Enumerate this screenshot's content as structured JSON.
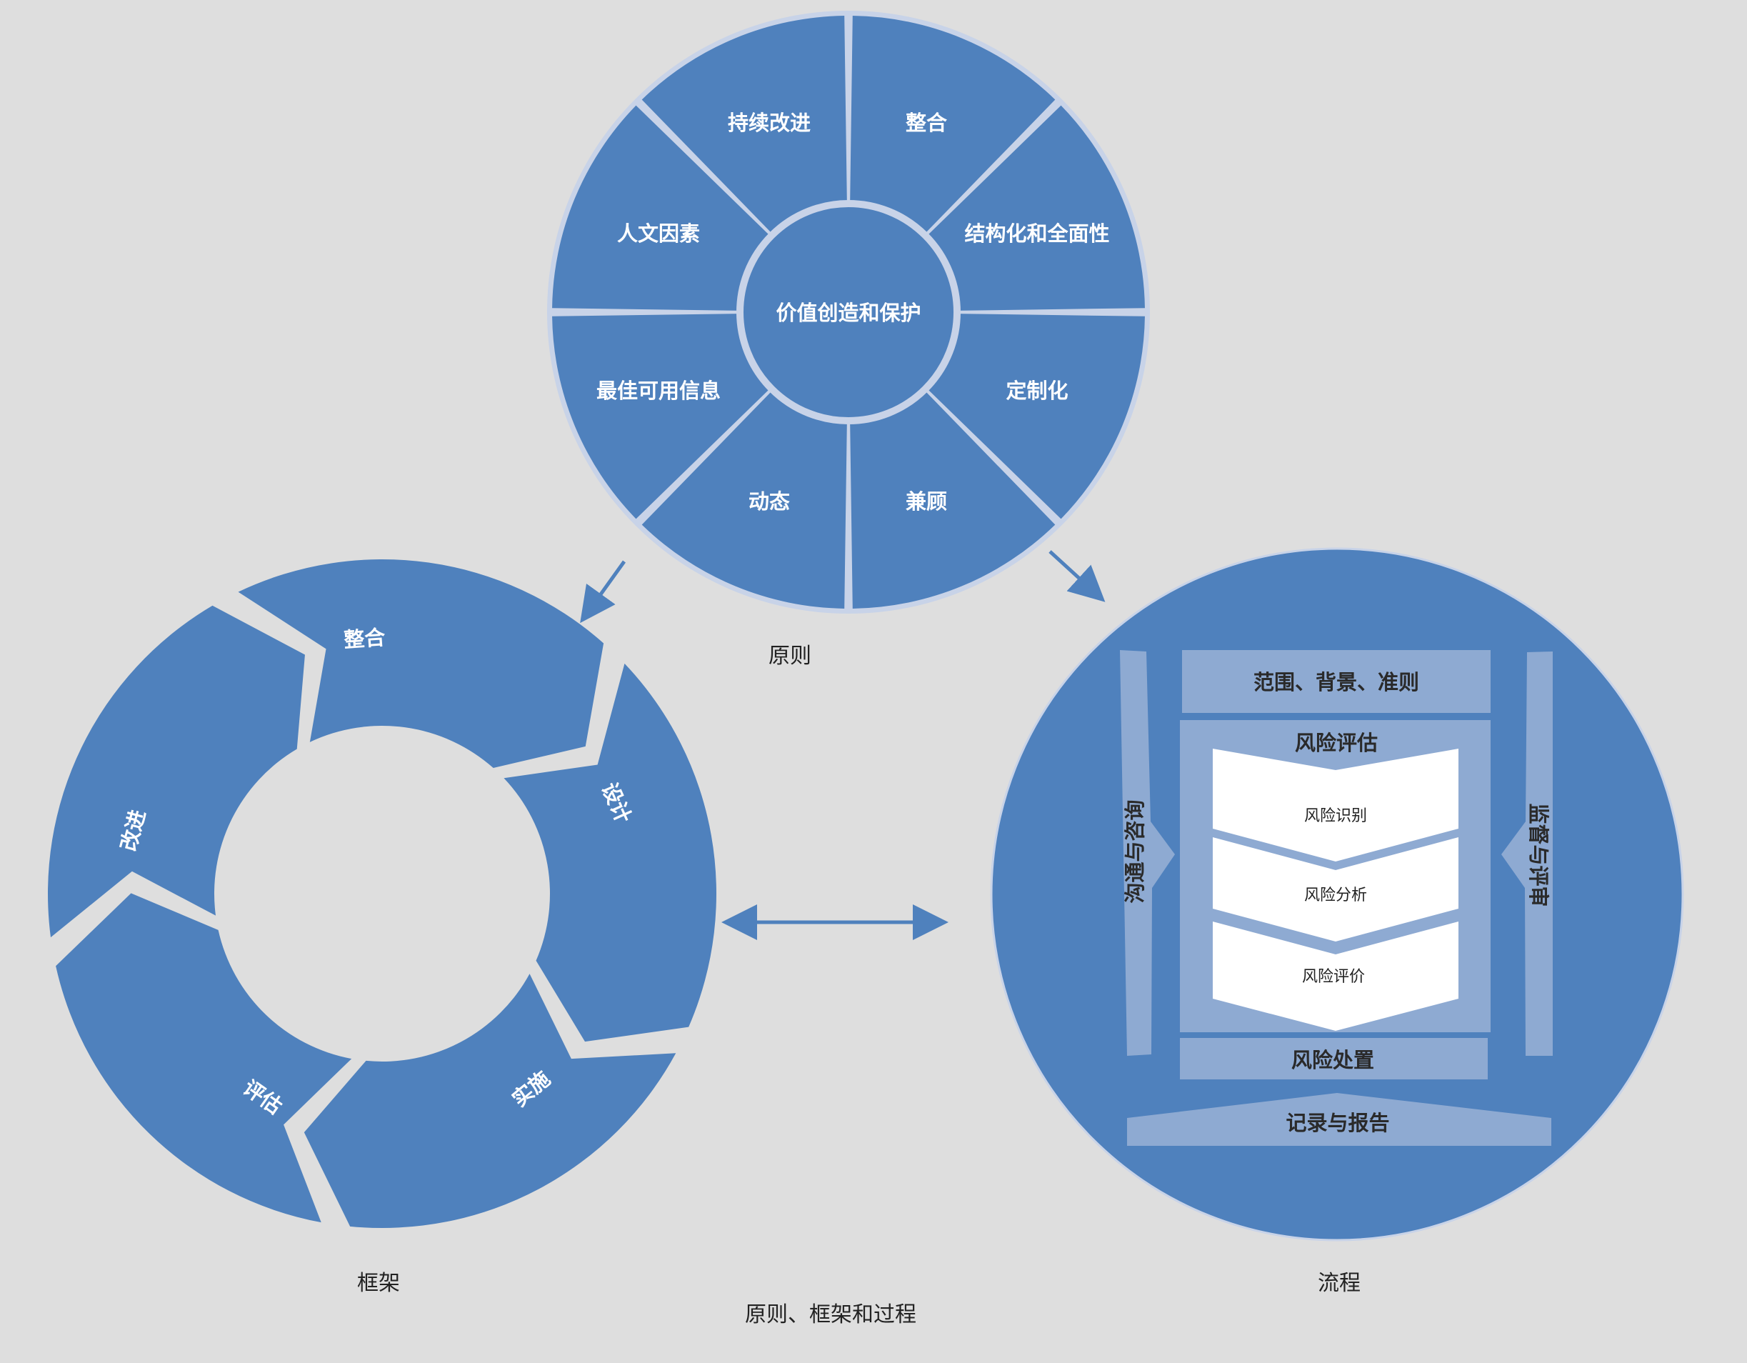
{
  "colors": {
    "background": "#dedede",
    "primary_blue": "#4f81bd",
    "light_panel": "#8eaad2",
    "ring_stroke": "#c8d3e8",
    "text_dark": "#222222"
  },
  "principles": {
    "center": "价值创造和保护",
    "segments": [
      "持续改进",
      "整合",
      "结构化和全面性",
      "定制化",
      "兼顾",
      "动态",
      "最佳可用信息",
      "人文因素"
    ],
    "caption": "原则"
  },
  "framework": {
    "segments": [
      "整合",
      "设计",
      "实施",
      "评估",
      "改进"
    ],
    "caption": "框架"
  },
  "process": {
    "scope": "范围、背景、准则",
    "assessment_title": "风险评估",
    "steps": [
      "风险识别",
      "风险分析",
      "风险评价"
    ],
    "treatment": "风险处置",
    "recording": "记录与报告",
    "communication": "沟通与咨询",
    "monitoring": "监督与评审",
    "caption": "流程"
  },
  "footer": "原则、框架和过程",
  "icons": {
    "principles_to_framework": "arrow-down-left-icon",
    "principles_to_process": "arrow-down-right-icon",
    "framework_process_link": "double-arrow-icon"
  }
}
